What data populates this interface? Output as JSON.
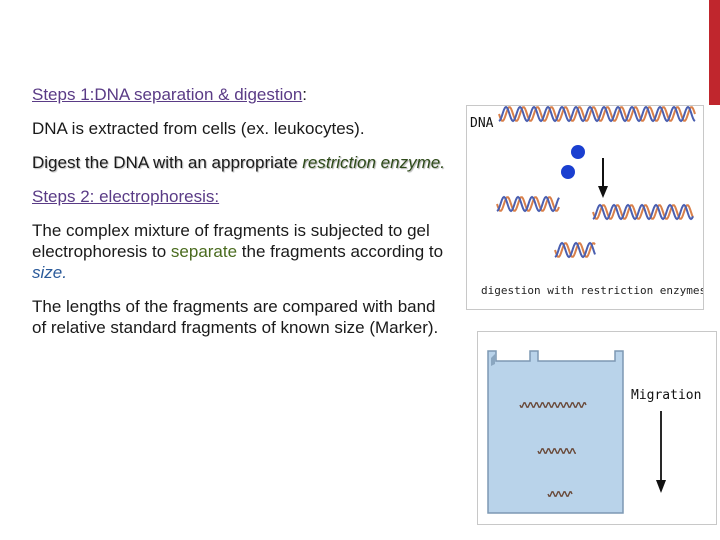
{
  "steps1": {
    "heading": "Steps 1:DNA separation & digestion",
    "colon": ":",
    "p1": "DNA is extracted from cells (ex. leukocytes).",
    "p2_a": "Digest the DNA with an appropriate ",
    "p2_b": "restriction enzyme."
  },
  "steps2": {
    "heading": "Steps 2: electrophoresis:",
    "p1_a": "The complex mixture of fragments is subjected to gel electrophoresis to ",
    "p1_b": "separate",
    "p1_c": " the fragments according to ",
    "p1_d": "size.",
    "p2": "The lengths of the fragments are compared with  band of relative standard fragments of known size (Marker)."
  },
  "figure_digestion": {
    "dna_label": "DNA",
    "caption": "digestion with restriction enzymes"
  },
  "figure_migration": {
    "label": "Migration"
  },
  "colors": {
    "accent_bar": "#c0262d",
    "heading": "#5a3b86",
    "dna_strand_a": "#d9804a",
    "dna_strand_b": "#4a5fb0",
    "enzyme": "#1a3fd0",
    "gel": "#b9d3ea"
  }
}
